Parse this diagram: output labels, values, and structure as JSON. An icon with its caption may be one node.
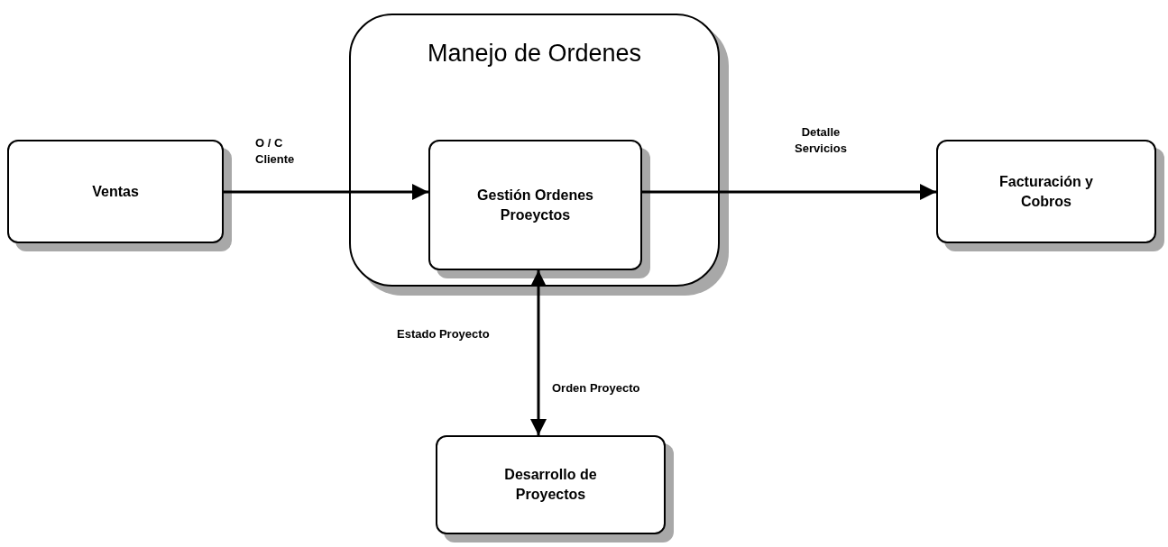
{
  "diagram": {
    "nodes": [
      {
        "text": [
          "Ventas"
        ]
      },
      {
        "text": [
          "Manejo de Ordenes"
        ]
      },
      {
        "text": [
          "Gestión Ordenes Proeyctos"
        ],
        "in": 1
      },
      {
        "text": [
          "Facturación y Cobros"
        ]
      },
      {
        "text": [
          "Desarrollo de Proyectos"
        ]
      }
    ],
    "edges": [
      {
        "from": 0,
        "to": 2,
        "arrow": "to",
        "label": "O / C Cliente"
      },
      {
        "from": 2,
        "to": 3,
        "arrow": "to",
        "label": "Detalle Servicios"
      },
      {
        "from": 2,
        "to": 4,
        "arrow": "both",
        "label": "Estado Proyecto"
      }
    ],
    "labels": [
      "Orden Proyecto"
    ]
  }
}
